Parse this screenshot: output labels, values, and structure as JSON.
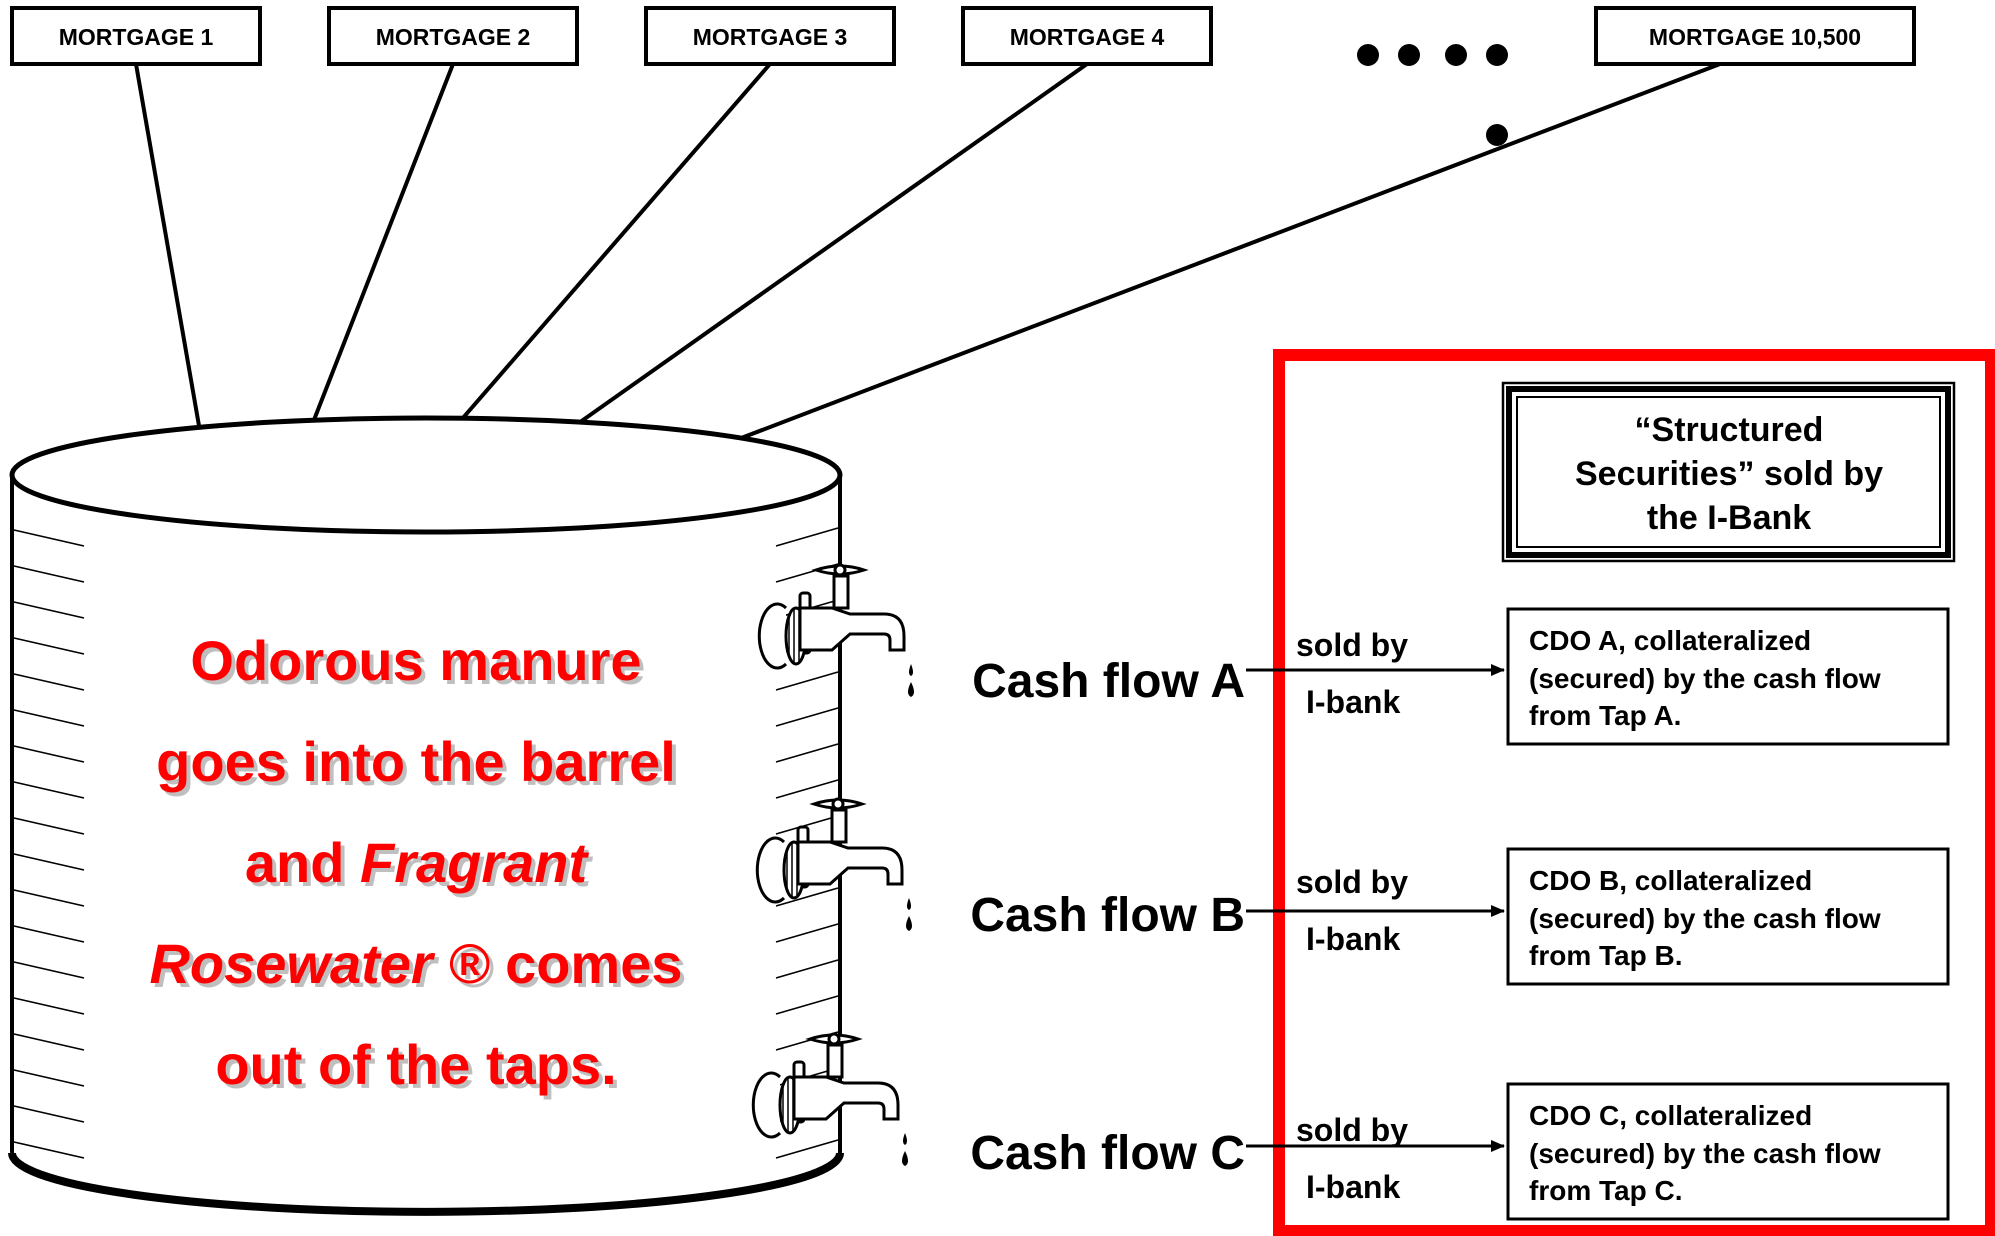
{
  "mortgages": [
    {
      "label": "MORTGAGE 1"
    },
    {
      "label": "MORTGAGE 2"
    },
    {
      "label": "MORTGAGE 3"
    },
    {
      "label": "MORTGAGE 4"
    },
    {
      "label": "MORTGAGE 10,500"
    }
  ],
  "barrel": {
    "line1": "Odorous manure",
    "line2": "goes into the barrel",
    "line3_a": "and ",
    "line3_b": "Fragrant",
    "line4_a": "Rosewater ®",
    "line4_b": " comes",
    "line5": "out of the taps."
  },
  "structured_box": {
    "line1": "“Structured",
    "line2": "Securities” sold by",
    "line3": "the I-Bank"
  },
  "flows": [
    {
      "cash_flow": "Cash flow A",
      "sold_by": "sold by",
      "bank": "I-bank",
      "cdo1": "CDO A, collateralized",
      "cdo2": "(secured) by the cash flow",
      "cdo3": "from Tap A."
    },
    {
      "cash_flow": "Cash flow B",
      "sold_by": "sold by",
      "bank": "I-bank",
      "cdo1": "CDO B, collateralized",
      "cdo2": "(secured) by the cash flow",
      "cdo3": "from Tap B."
    },
    {
      "cash_flow": "Cash flow C",
      "sold_by": "sold by",
      "bank": "I-bank",
      "cdo1": "CDO C, collateralized",
      "cdo2": "(secured) by the cash flow",
      "cdo3": "from Tap C."
    }
  ],
  "colors": {
    "accent_red": "#ff0000",
    "text_red": "#ff0000",
    "shadow": "#bfbfbf",
    "ink": "#000000"
  },
  "icons": [
    "water-tap-icon",
    "water-drop-icon",
    "ellipsis-dots-icon"
  ]
}
